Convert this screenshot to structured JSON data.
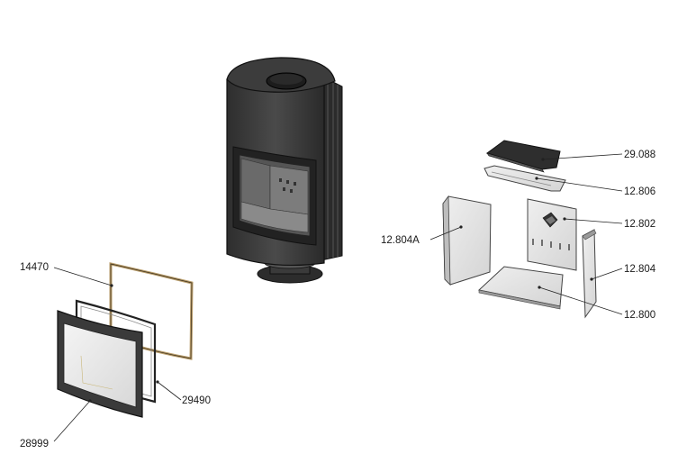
{
  "diagram": {
    "title": "Stove exploded parts diagram",
    "colors": {
      "stove_dark": "#3a3a3a",
      "stove_mid": "#5a5a5a",
      "stove_light": "#7a7a7a",
      "plate_fill": "#e6e6e6",
      "plate_stroke": "#555555",
      "frame_gold": "#b89c6a",
      "leader": "#222222",
      "text": "#1a1a1a"
    },
    "callouts": [
      {
        "id": "29088",
        "label": "29.088"
      },
      {
        "id": "12806",
        "label": "12.806"
      },
      {
        "id": "12802",
        "label": "12.802"
      },
      {
        "id": "12804A",
        "label": "12.804A"
      },
      {
        "id": "12804",
        "label": "12.804"
      },
      {
        "id": "12800",
        "label": "12.800"
      },
      {
        "id": "14470",
        "label": "14470"
      },
      {
        "id": "29490",
        "label": "29490"
      },
      {
        "id": "28999",
        "label": "28999"
      }
    ]
  }
}
